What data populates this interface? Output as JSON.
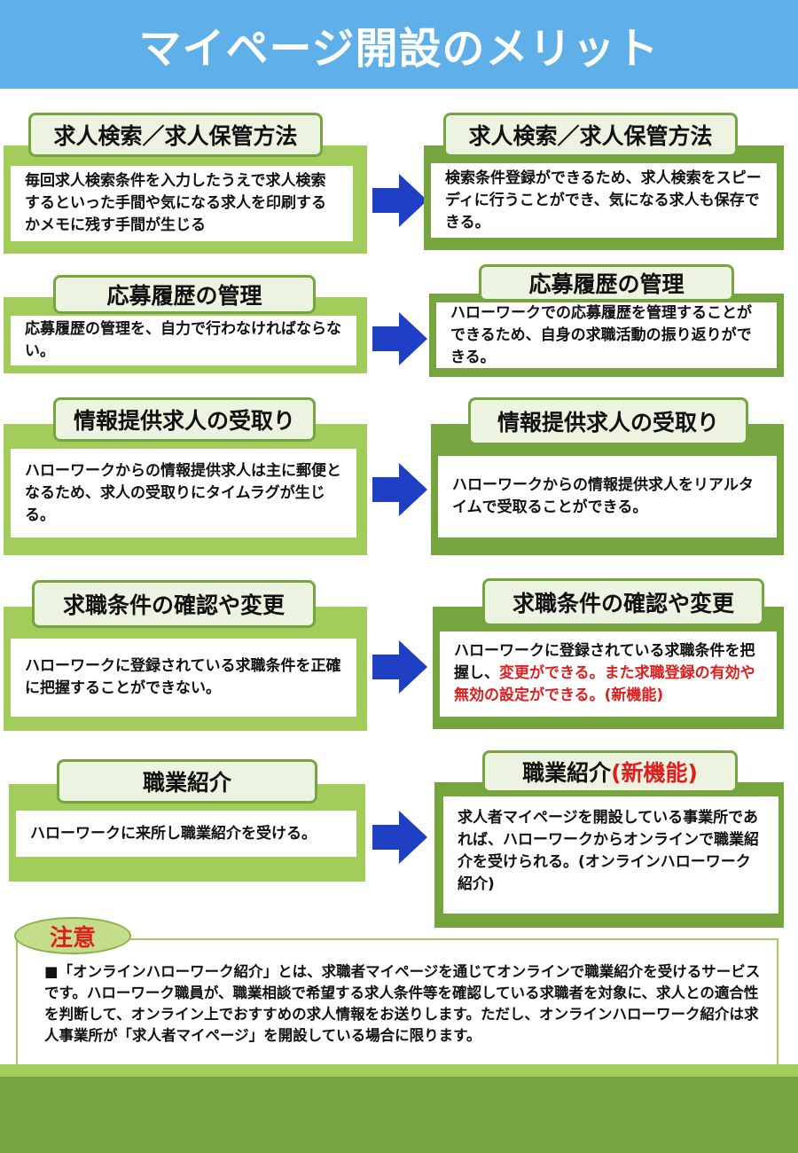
{
  "header": {
    "title": "マイページ開設のメリット"
  },
  "rows": [
    {
      "left_title": "求人検索／求人保管方法",
      "left_body": "毎回求人検索条件を入力したうえで求人検索するといった手間や気になる求人を印刷するかメモに残す手間が生じる",
      "right_title": "求人検索／求人保管方法",
      "right_body": "検索条件登録ができるため、求人検索をスピーディに行うことができ、気になる求人も保存できる。"
    },
    {
      "left_title": "応募履歴の管理",
      "left_body": "応募履歴の管理を、自力で行わなければならない。",
      "right_title": "応募履歴の管理",
      "right_body": "ハローワークでの応募履歴を管理することができるため、自身の求職活動の振り返りができる。"
    },
    {
      "left_title": "情報提供求人の受取り",
      "left_body": "ハローワークからの情報提供求人は主に郵便となるため、求人の受取りにタイムラグが生じる。",
      "right_title": "情報提供求人の受取り",
      "right_body": "ハローワークからの情報提供求人をリアルタイムで受取ることができる。"
    },
    {
      "left_title": "求職条件の確認や変更",
      "left_body": "ハローワークに登録されている求職条件を正確に把握することができない。",
      "right_title": "求職条件の確認や変更",
      "right_body_plain": "ハローワークに登録されている求職条件を把握し、",
      "right_body_red": "変更ができる。また求職登録の有効や無効の設定ができる。(新機能)"
    },
    {
      "left_title": "職業紹介",
      "left_body": "ハローワークに来所し職業紹介を受ける。",
      "right_title_plain": "職業紹介",
      "right_title_red": "(新機能)",
      "right_body": "求人者マイページを開設している事業所であれば、ハローワークからオンラインで職業紹介を受けられる。(オンラインハローワーク紹介)"
    }
  ],
  "notice": {
    "label": "注意",
    "text": "■「オンラインハローワーク紹介」とは、求職者マイページを通じてオンラインで職業紹介を受けるサービスです。ハローワーク職員が、職業相談で希望する求人条件等を確認している求職者を対象に、求人との適合性を判断して、オンライン上でおすすめの求人情報をお送りします。ただし、オンラインハローワーク紹介は求人事業所が「求人者マイページ」を開設している場合に限ります。"
  },
  "colors": {
    "header_bg": "#5fb0e8",
    "light_green": "#a3cd5a",
    "dark_green": "#76a540",
    "arrow_blue": "#1f3fc4",
    "red": "#e01e1e"
  }
}
